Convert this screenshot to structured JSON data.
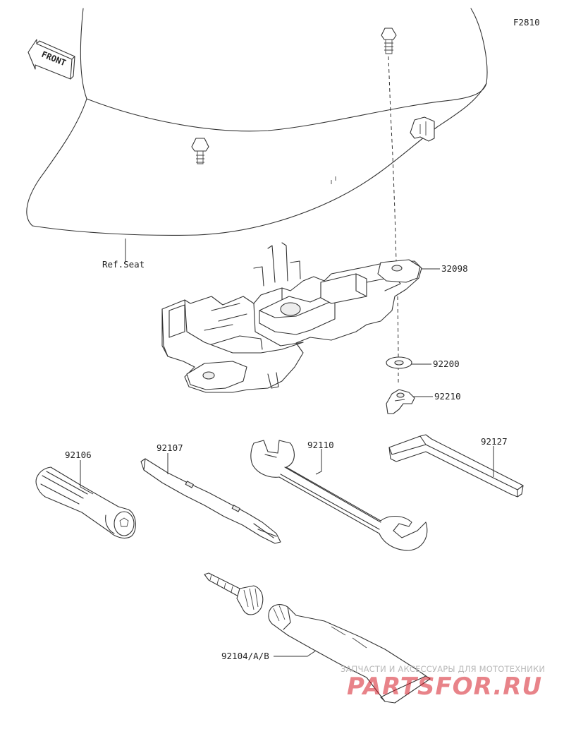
{
  "figure_code": "F2810",
  "front_indicator": "FRONT",
  "parts": {
    "seat_ref": "Ref.Seat",
    "p32098": "32098",
    "p92200": "92200",
    "p92210": "92210",
    "p92106": "92106",
    "p92107": "92107",
    "p92110": "92110",
    "p92127": "92127",
    "p92104": "92104/A/B"
  },
  "watermark": {
    "tagline": "ЗАПЧАСТИ И АКСЕССУАРЫ ДЛЯ МОТОТЕХНИКИ",
    "brand": "PARTSFOR.RU",
    "color": "#d61e28"
  }
}
